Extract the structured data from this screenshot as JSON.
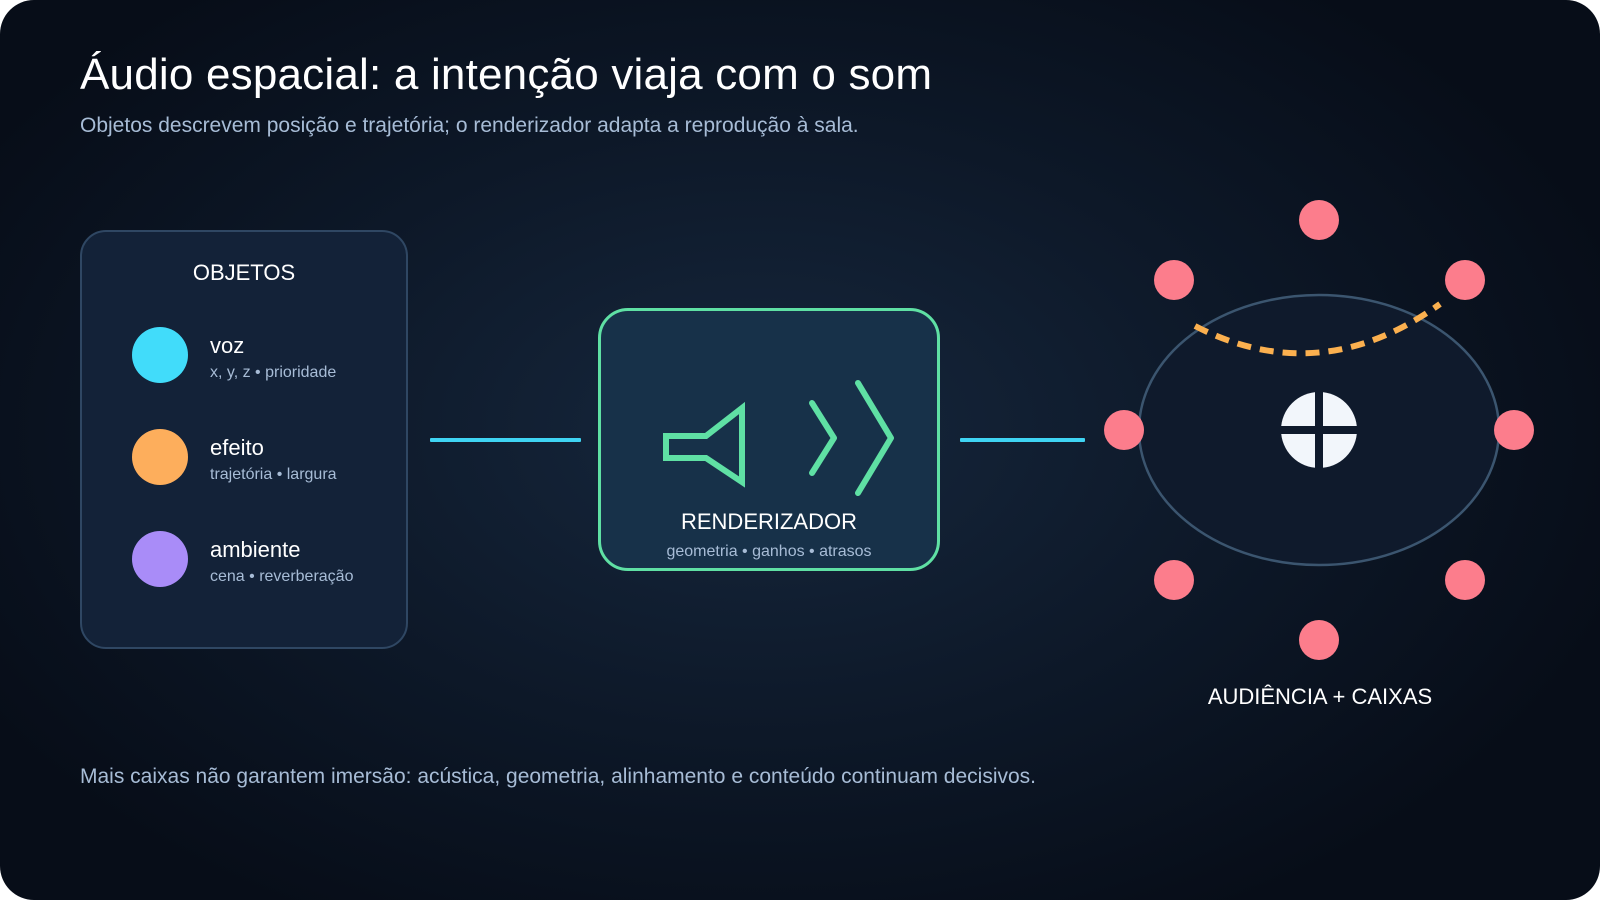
{
  "header": {
    "title": "Áudio espacial: a intenção viaja com o som",
    "subtitle": "Objetos descrevem posição e trajetória; o renderizador adapta a reprodução à sala."
  },
  "objects_panel": {
    "title": "OBJETOS",
    "items": [
      {
        "name": "voz",
        "desc": "x, y, z • prioridade",
        "color": "#41dcfa"
      },
      {
        "name": "efeito",
        "desc": "trajetória • largura",
        "color": "#fdae5c"
      },
      {
        "name": "ambiente",
        "desc": "cena • reverberação",
        "color": "#a98cf8"
      }
    ]
  },
  "renderer": {
    "title": "RENDERIZADOR",
    "desc": "geometria • ganhos • atrasos",
    "accent": "#5fe0a4",
    "icons": [
      "speaker-icon",
      "chevrons-right-icon"
    ]
  },
  "room": {
    "label": "AUDIÊNCIA + CAIXAS",
    "speaker_color": "#fc7d8c",
    "trajectory_color": "#fbb04f",
    "listener_icon": "listener-icon"
  },
  "footer": {
    "note": "Mais caixas não garantem imersão: acústica, geometria, alinhamento e conteúdo continuam decisivos."
  },
  "colors": {
    "background": "#0d1828",
    "card": "#132238",
    "connector": "#3fd4f3",
    "muted_text": "#a7bcd6"
  }
}
